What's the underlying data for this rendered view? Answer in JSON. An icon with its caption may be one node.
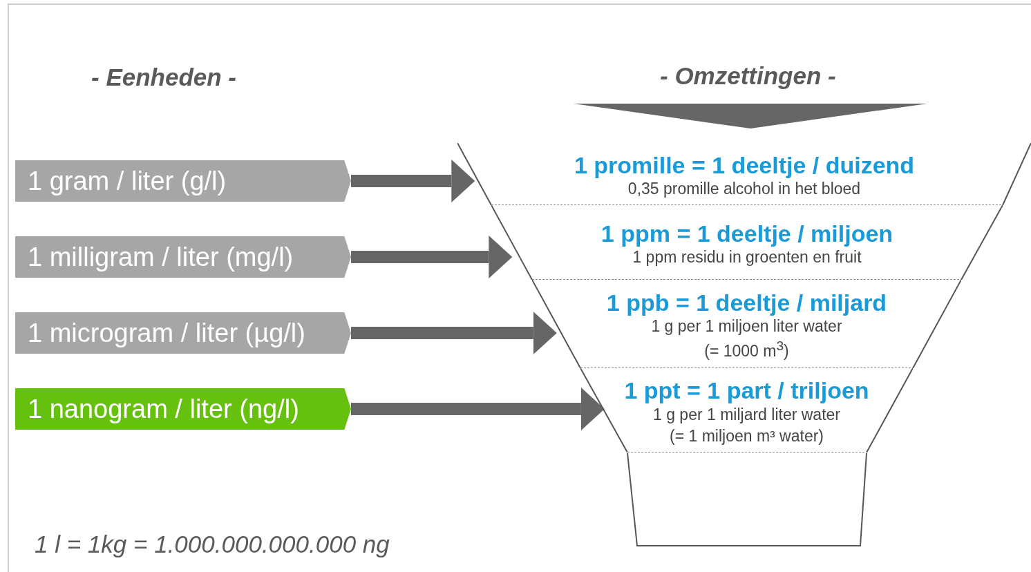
{
  "diagram": {
    "nodes": [
      {
        "text": [
          "1 gram / liter (g/l)"
        ]
      },
      {
        "text": [
          "1 milligram / liter (mg/l)"
        ]
      },
      {
        "text": [
          "1 microgram / liter (µg/l)"
        ]
      },
      {
        "text": [
          "1 nanogram / liter (ng/l)"
        ]
      },
      {
        "text": [
          "1 promille = 1 deeltje / duizend",
          "0,35 promille alcohol in het bloed"
        ]
      },
      {
        "text": [
          "1 ppm = 1 deeltje / miljoen",
          "1 ppm residu in groenten en fruit"
        ]
      },
      {
        "text": [
          "1 ppb = 1 deeltje / miljard",
          "1 g per 1 miljoen liter water (= 1000 m$^{3}$)"
        ]
      },
      {
        "text": [
          "1 ppt = 1 part / triljoen",
          "1 g per 1 miljard liter water (= 1 miljoen m³ water)"
        ]
      }
    ],
    "edges": [
      {
        "from": 0,
        "to": 4,
        "arrow": "to"
      },
      {
        "from": 1,
        "to": 5,
        "arrow": "to"
      },
      {
        "from": 2,
        "to": 6,
        "arrow": "to"
      },
      {
        "from": 3,
        "to": 7,
        "arrow": "to"
      }
    ],
    "labels": [
      "- Eenheden -",
      "- Omzettingen -",
      "1 l = 1kg = 1.000.000.000.000 ng"
    ]
  }
}
